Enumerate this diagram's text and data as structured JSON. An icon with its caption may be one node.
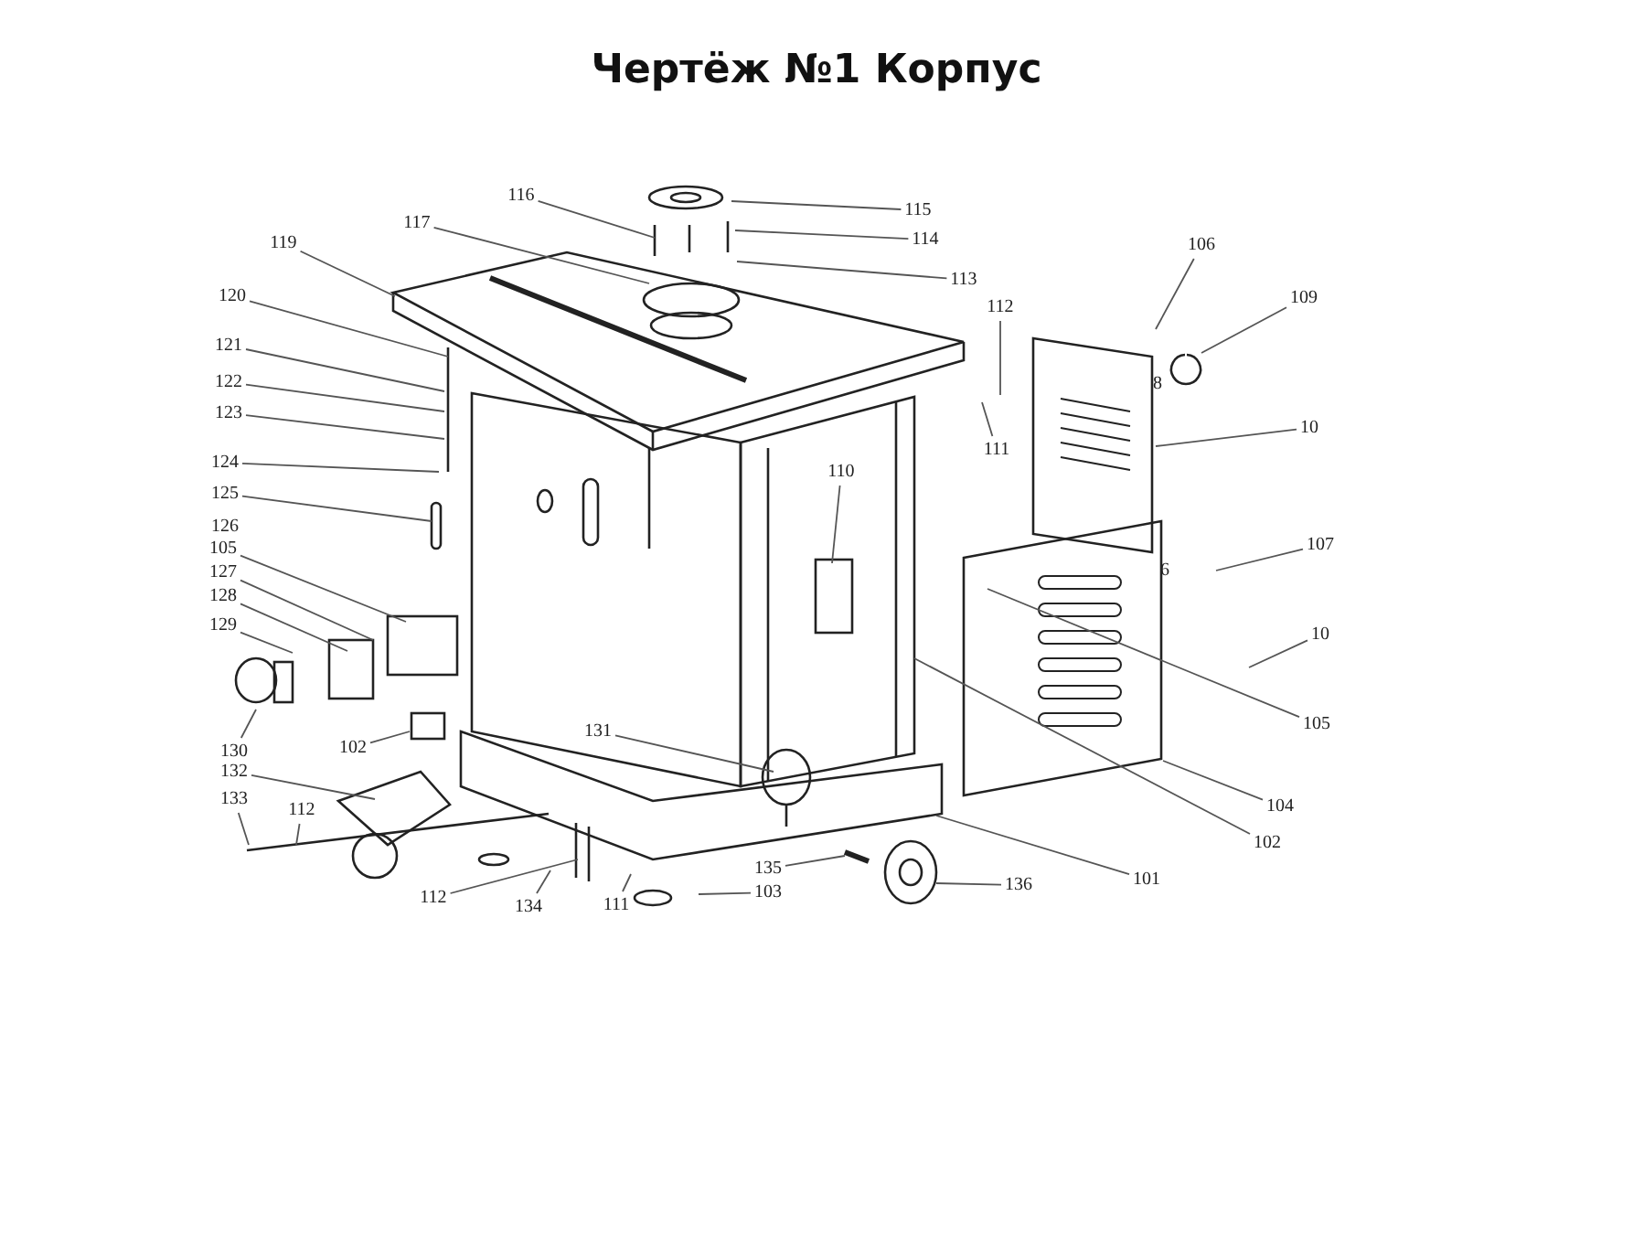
{
  "diagram": {
    "title": "Чертёж №1 Корпус",
    "nodes": [
      {
        "text": [
          "116"
        ]
      },
      {
        "text": [
          "115"
        ]
      },
      {
        "text": [
          "114"
        ]
      },
      {
        "text": [
          "117"
        ]
      },
      {
        "text": [
          "113"
        ]
      },
      {
        "text": [
          "106"
        ]
      },
      {
        "text": [
          "119"
        ]
      },
      {
        "text": [
          "112"
        ]
      },
      {
        "text": [
          "109"
        ]
      },
      {
        "text": [
          "120"
        ]
      },
      {
        "text": [
          "121"
        ]
      },
      {
        "text": [
          "122"
        ]
      },
      {
        "text": [
          "10"
        ]
      },
      {
        "text": [
          "123"
        ]
      },
      {
        "text": [
          "111"
        ]
      },
      {
        "text": [
          "124"
        ]
      },
      {
        "text": [
          "110"
        ]
      },
      {
        "text": [
          "125"
        ]
      },
      {
        "text": [
          "105"
        ]
      },
      {
        "text": [
          "127"
        ]
      },
      {
        "text": [
          "128"
        ]
      },
      {
        "text": [
          "129"
        ]
      },
      {
        "text": [
          "107"
        ]
      },
      {
        "text": [
          "10"
        ]
      },
      {
        "text": [
          "130"
        ]
      },
      {
        "text": [
          "102"
        ]
      },
      {
        "text": [
          "131"
        ]
      },
      {
        "text": [
          "105"
        ]
      },
      {
        "text": [
          "132"
        ]
      },
      {
        "text": [
          "133"
        ]
      },
      {
        "text": [
          "112"
        ]
      },
      {
        "text": [
          "104"
        ]
      },
      {
        "text": [
          "102"
        ]
      },
      {
        "text": [
          "101"
        ]
      },
      {
        "text": [
          "135"
        ]
      },
      {
        "text": [
          "136"
        ]
      },
      {
        "text": [
          "103"
        ]
      },
      {
        "text": [
          "112"
        ]
      },
      {
        "text": [
          "134"
        ]
      },
      {
        "text": [
          "111"
        ]
      }
    ],
    "edges": [
      {
        "from": 0,
        "to": null,
        "arrow": "none"
      },
      {
        "from": 1,
        "to": null,
        "arrow": "none"
      },
      {
        "from": 2,
        "to": null,
        "arrow": "none"
      },
      {
        "from": 3,
        "to": null,
        "arrow": "none"
      },
      {
        "from": 4,
        "to": null,
        "arrow": "none"
      },
      {
        "from": 5,
        "to": null,
        "arrow": "none"
      },
      {
        "from": 6,
        "to": null,
        "arrow": "none"
      },
      {
        "from": 7,
        "to": null,
        "arrow": "none"
      },
      {
        "from": 8,
        "to": null,
        "arrow": "none"
      },
      {
        "from": 9,
        "to": null,
        "arrow": "none"
      },
      {
        "from": 10,
        "to": null,
        "arrow": "none"
      },
      {
        "from": 11,
        "to": null,
        "arrow": "none"
      },
      {
        "from": 12,
        "to": null,
        "arrow": "none"
      },
      {
        "from": 13,
        "to": null,
        "arrow": "none"
      },
      {
        "from": 14,
        "to": null,
        "arrow": "none"
      },
      {
        "from": 15,
        "to": null,
        "arrow": "none"
      },
      {
        "from": 16,
        "to": null,
        "arrow": "none"
      },
      {
        "from": 17,
        "to": null,
        "arrow": "none"
      },
      {
        "from": 18,
        "to": null,
        "arrow": "none"
      },
      {
        "from": 19,
        "to": null,
        "arrow": "none"
      },
      {
        "from": 20,
        "to": null,
        "arrow": "none"
      },
      {
        "from": 21,
        "to": null,
        "arrow": "none"
      },
      {
        "from": 22,
        "to": null,
        "arrow": "none"
      },
      {
        "from": 23,
        "to": null,
        "arrow": "none"
      },
      {
        "from": 24,
        "to": null,
        "arrow": "none"
      },
      {
        "from": 25,
        "to": null,
        "arrow": "none"
      },
      {
        "from": 26,
        "to": null,
        "arrow": "none"
      },
      {
        "from": 27,
        "to": null,
        "arrow": "none"
      },
      {
        "from": 28,
        "to": null,
        "arrow": "none"
      },
      {
        "from": 29,
        "to": null,
        "arrow": "none"
      },
      {
        "from": 30,
        "to": null,
        "arrow": "none"
      },
      {
        "from": 31,
        "to": null,
        "arrow": "none"
      },
      {
        "from": 32,
        "to": null,
        "arrow": "none"
      },
      {
        "from": 33,
        "to": null,
        "arrow": "none"
      },
      {
        "from": 34,
        "to": null,
        "arrow": "none"
      },
      {
        "from": 35,
        "to": null,
        "arrow": "none"
      },
      {
        "from": 36,
        "to": null,
        "arrow": "none"
      },
      {
        "from": 37,
        "to": null,
        "arrow": "none"
      },
      {
        "from": 38,
        "to": null,
        "arrow": "none"
      },
      {
        "from": 39,
        "to": null,
        "arrow": "none"
      }
    ],
    "labels": [
      "126",
      "8",
      "6"
    ]
  }
}
